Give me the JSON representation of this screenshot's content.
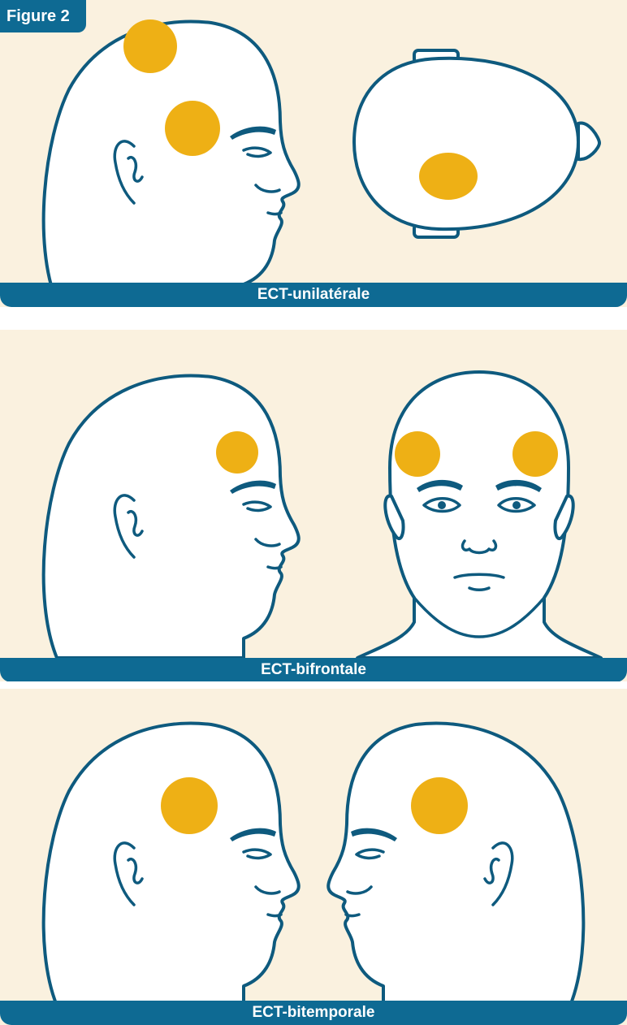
{
  "figure_label": "Figure 2",
  "panels": [
    {
      "caption": "ECT-unilatérale"
    },
    {
      "caption": "ECT-bifrontale"
    },
    {
      "caption": "ECT-bitemporale"
    }
  ],
  "colors": {
    "background": "#faf1df",
    "banner": "#0e6a93",
    "outline": "#0e5a7e",
    "electrode": "#eeb015"
  }
}
